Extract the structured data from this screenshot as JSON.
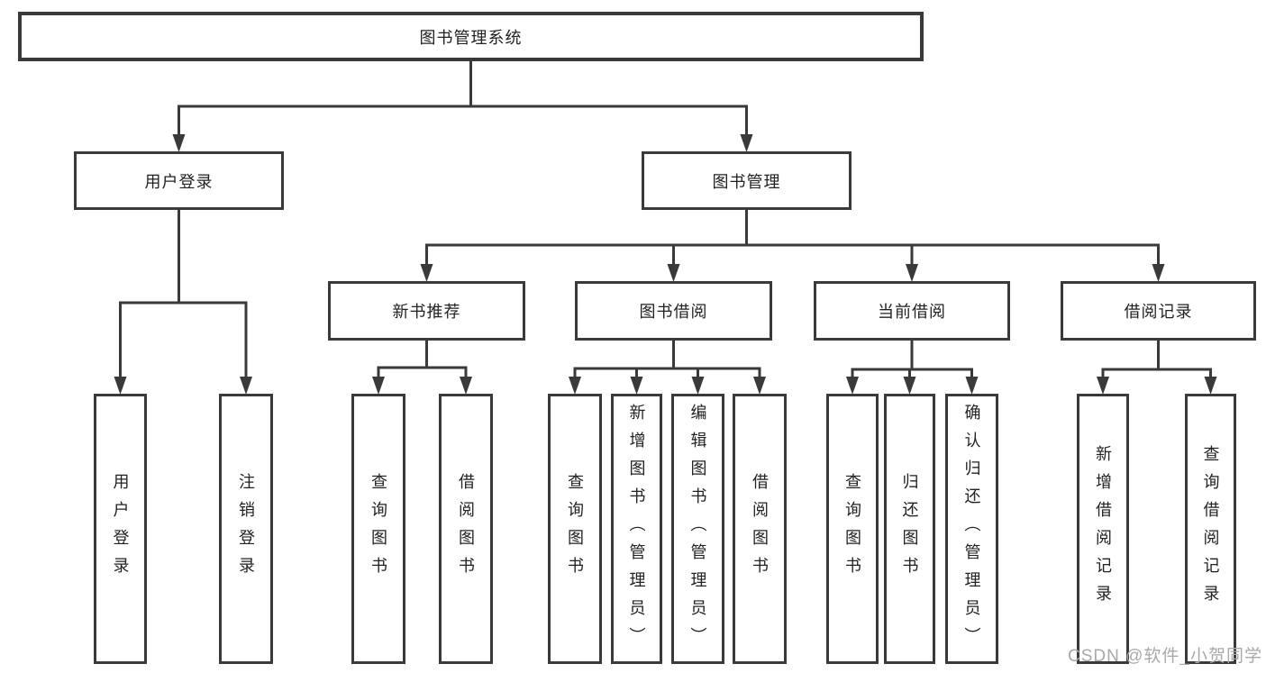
{
  "nodes": {
    "root": "图书管理系统",
    "user_login": "用户登录",
    "book_mgmt": "图书管理",
    "new_rec": "新书推荐",
    "borrow": "图书借阅",
    "current": "当前借阅",
    "records": "借阅记录",
    "l_login": "用户登录",
    "l_logout": "注销登录",
    "l_query1": "查询图书",
    "l_borrow1": "借阅图书",
    "l_query2": "查询图书",
    "l_add_book": "新增图书（管理员）",
    "l_edit_book": "编辑图书（管理员）",
    "l_borrow2": "借阅图书",
    "l_query3": "查询图书",
    "l_return": "归还图书",
    "l_confirm": "确认归还（管理员）",
    "l_add_rec": "新增借阅记录",
    "l_query_rec": "查询借阅记录"
  },
  "hierarchy": {
    "root": [
      "user_login",
      "book_mgmt"
    ],
    "user_login": [
      "l_login",
      "l_logout"
    ],
    "book_mgmt": [
      "new_rec",
      "borrow",
      "current",
      "records"
    ],
    "new_rec": [
      "l_query1",
      "l_borrow1"
    ],
    "borrow": [
      "l_query2",
      "l_add_book",
      "l_edit_book",
      "l_borrow2"
    ],
    "current": [
      "l_query3",
      "l_return",
      "l_confirm"
    ],
    "records": [
      "l_add_rec",
      "l_query_rec"
    ]
  },
  "watermark": "CSDN @软件_小贺同学",
  "colors": {
    "line": "#3a3a3a",
    "text": "#222222",
    "watermark": "#a9a9a9",
    "background": "#ffffff"
  }
}
